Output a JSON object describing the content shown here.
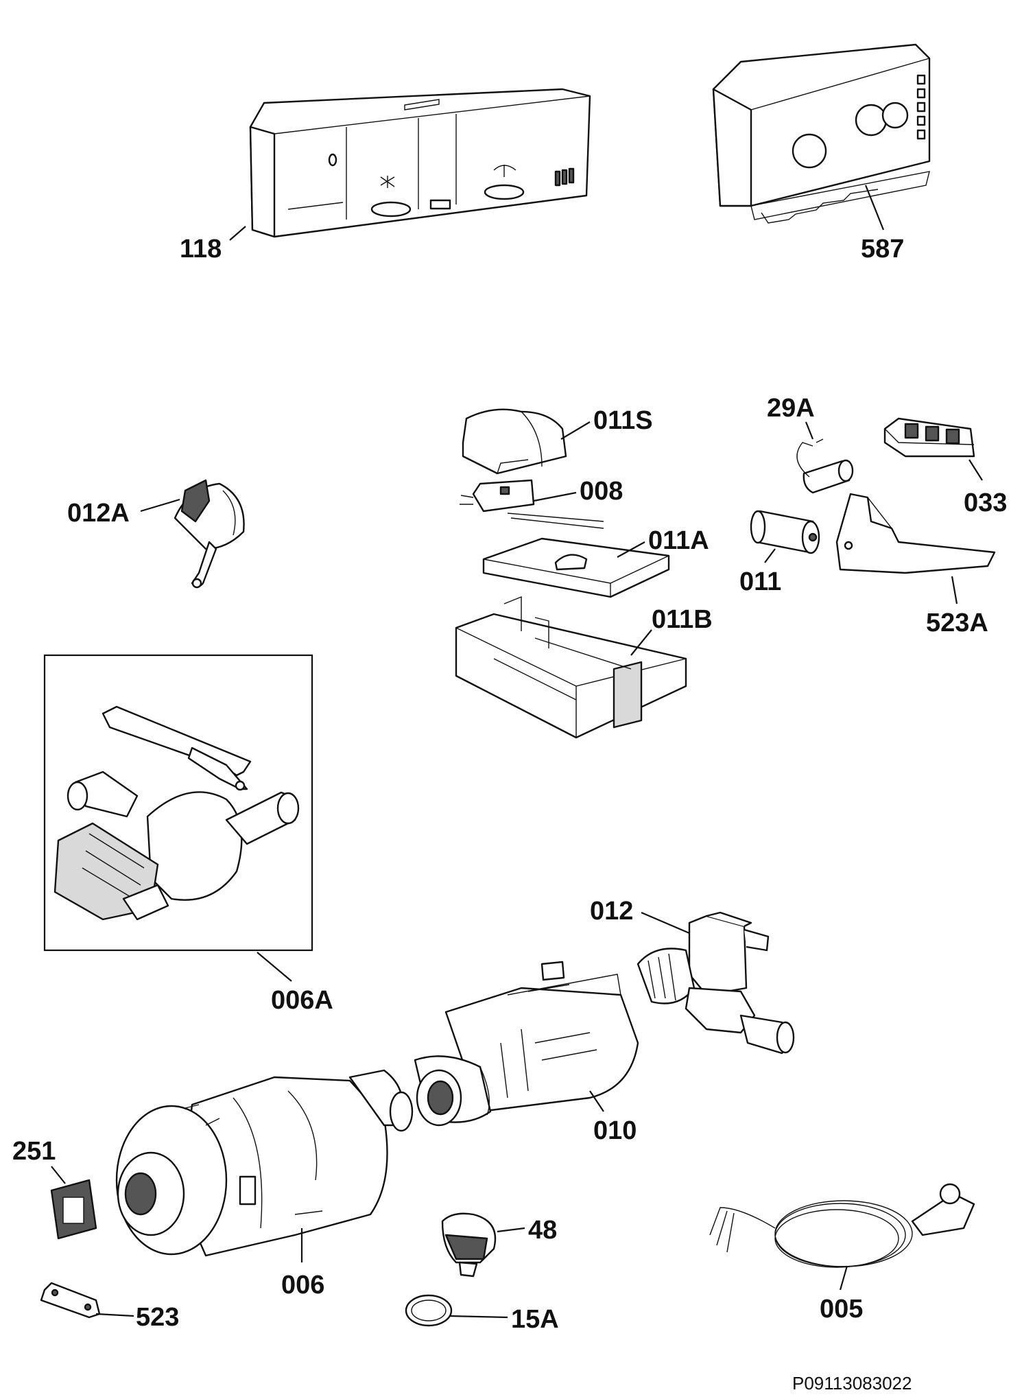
{
  "labels": {
    "p118": "118",
    "p587": "587",
    "p011S": "011S",
    "p29A": "29A",
    "p033": "033",
    "p012A": "012A",
    "p008": "008",
    "p011A": "011A",
    "p011": "011",
    "p011B": "011B",
    "p523A": "523A",
    "p006A": "006A",
    "p012": "012",
    "p010": "010",
    "p251": "251",
    "p48": "48",
    "p006": "006",
    "p523": "523",
    "p15A": "15A",
    "p005": "005"
  },
  "diagram_code": "P09113083022"
}
